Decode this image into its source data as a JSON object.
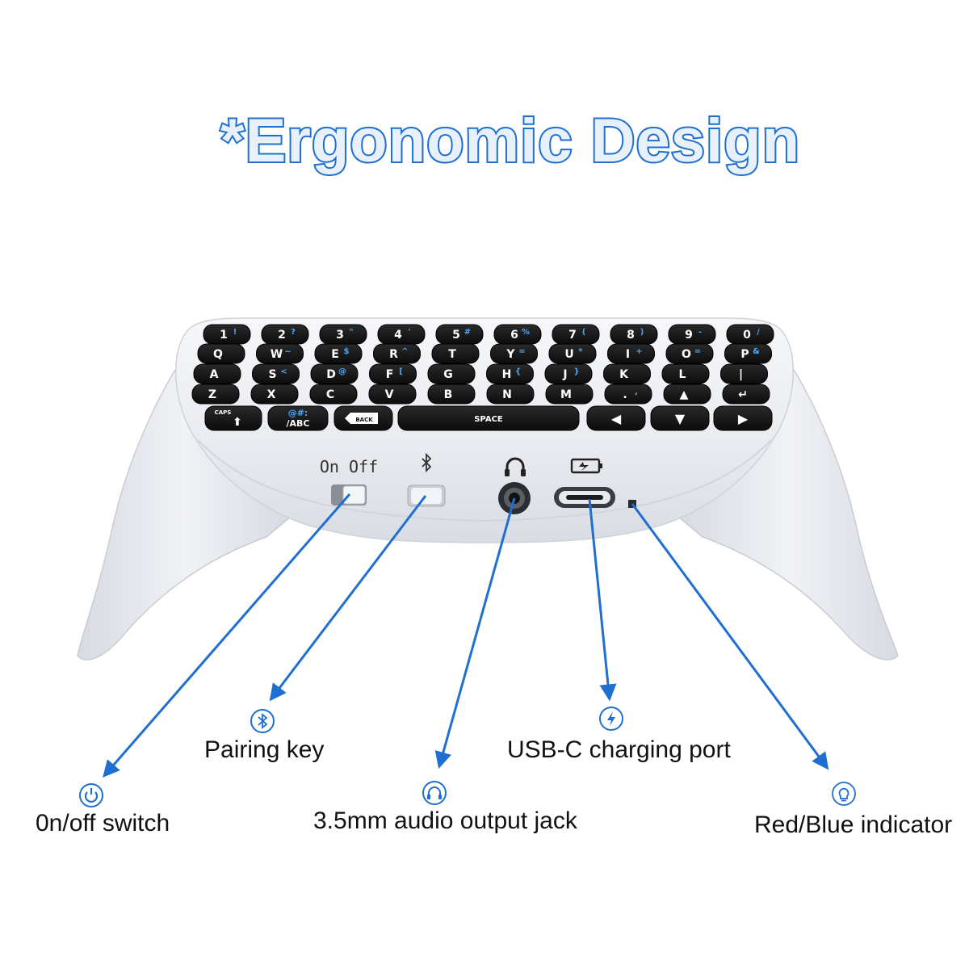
{
  "title": "*Ergonomic Design",
  "colors": {
    "accent": "#1f6fd1",
    "title_fill": "#e8f1fb",
    "device_body": "#eceef2",
    "key_cap": "#141414",
    "key_primary": "#ffffff",
    "key_secondary": "#4aa8ff"
  },
  "device": {
    "switch_label": "On Off",
    "bluetooth_label_icon": "bluetooth-icon",
    "headphone_label_icon": "headphones-icon",
    "charging_label_icon": "battery-charging-icon"
  },
  "keyboard": {
    "rows": [
      [
        {
          "main": "1",
          "alt": "!"
        },
        {
          "main": "2",
          "alt": "?"
        },
        {
          "main": "3",
          "alt": "\""
        },
        {
          "main": "4",
          "alt": "'"
        },
        {
          "main": "5",
          "alt": "#"
        },
        {
          "main": "6",
          "alt": "%"
        },
        {
          "main": "7",
          "alt": "("
        },
        {
          "main": "8",
          "alt": ")"
        },
        {
          "main": "9",
          "alt": "-"
        },
        {
          "main": "0",
          "alt": "/"
        }
      ],
      [
        {
          "main": "Q",
          "alt": ""
        },
        {
          "main": "W",
          "alt": "~"
        },
        {
          "main": "E",
          "alt": "$"
        },
        {
          "main": "R",
          "alt": "^"
        },
        {
          "main": "T",
          "alt": ""
        },
        {
          "main": "Y",
          "alt": "="
        },
        {
          "main": "U",
          "alt": "*"
        },
        {
          "main": "I",
          "alt": "+"
        },
        {
          "main": "O",
          "alt": "="
        },
        {
          "main": "P",
          "alt": "&"
        }
      ],
      [
        {
          "main": "A",
          "alt": ""
        },
        {
          "main": "S",
          "alt": "<"
        },
        {
          "main": "D",
          "alt": "@"
        },
        {
          "main": "F",
          "alt": "["
        },
        {
          "main": "G",
          "alt": ""
        },
        {
          "main": "H",
          "alt": "{"
        },
        {
          "main": "J",
          "alt": "}"
        },
        {
          "main": "K",
          "alt": ""
        },
        {
          "main": "L",
          "alt": ""
        },
        {
          "main": "|",
          "alt": ""
        }
      ],
      [
        {
          "main": "Z",
          "alt": ""
        },
        {
          "main": "X",
          "alt": ""
        },
        {
          "main": "C",
          "alt": ""
        },
        {
          "main": "V",
          "alt": ""
        },
        {
          "main": "B",
          "alt": ""
        },
        {
          "main": "N",
          "alt": ""
        },
        {
          "main": "M",
          "alt": ""
        },
        {
          "main": ".",
          "alt": ","
        },
        {
          "main": "▲",
          "alt": ""
        },
        {
          "main": "↵",
          "alt": ""
        }
      ]
    ],
    "bottom_row": {
      "caps_top": "CAPS",
      "caps_main": "⬆",
      "symbol_top": "@#:",
      "symbol_main": "/ABC",
      "back": "BACK",
      "space": "SPACE",
      "left": "◀",
      "down": "▼",
      "right": "▶"
    }
  },
  "callouts": [
    {
      "id": "switch",
      "label": "0n/off switch",
      "icon": "power-icon"
    },
    {
      "id": "pairing",
      "label": "Pairing key",
      "icon": "bluetooth-icon"
    },
    {
      "id": "audio",
      "label": "3.5mm audio output jack",
      "icon": "headphones-icon"
    },
    {
      "id": "usbc",
      "label": "USB-C charging port",
      "icon": "lightning-icon"
    },
    {
      "id": "indicator",
      "label": "Red/Blue indicator",
      "icon": "lightbulb-icon"
    }
  ]
}
